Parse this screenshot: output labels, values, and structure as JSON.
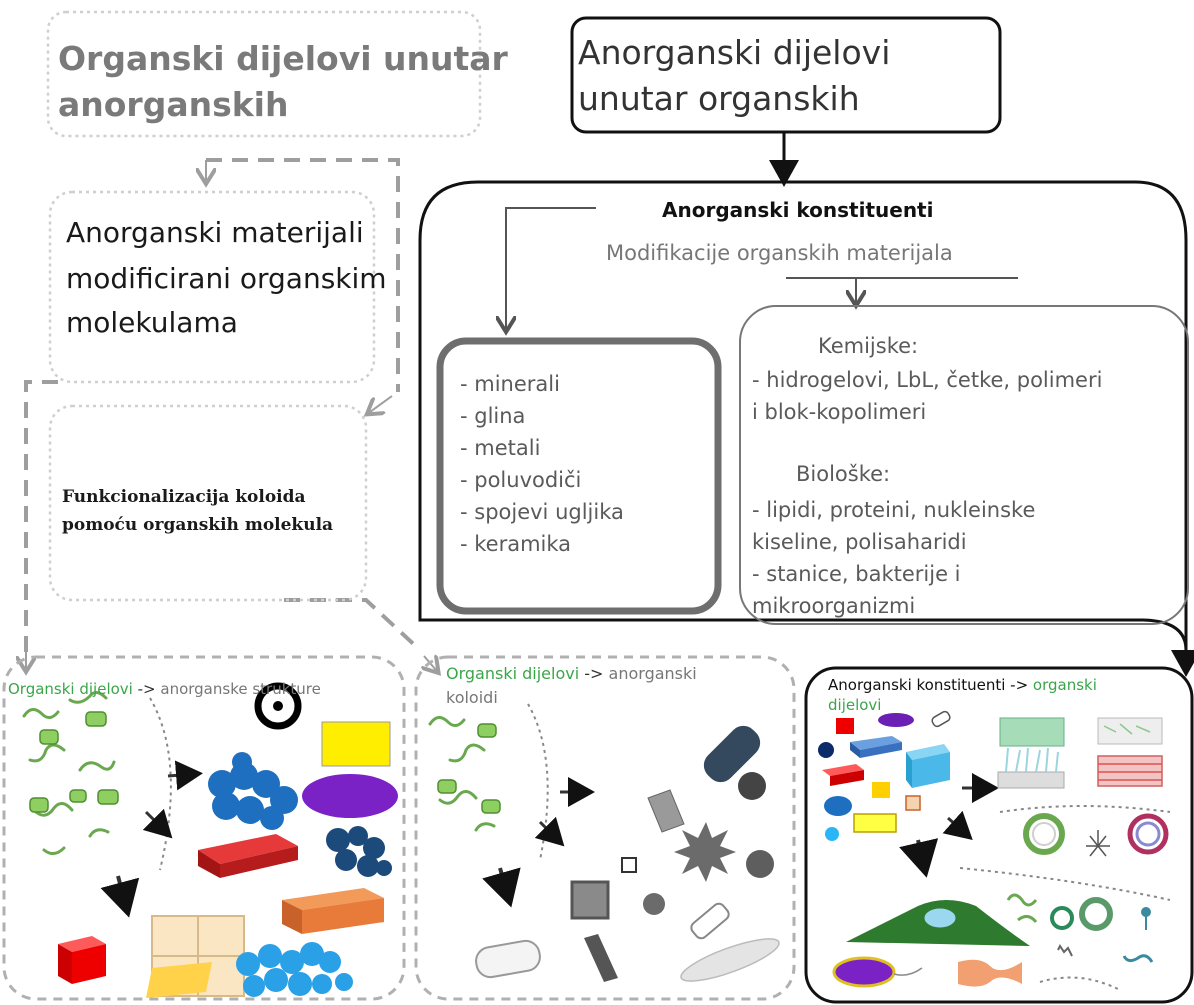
{
  "nodes": {
    "organic_in_inorganic": {
      "line1": "Organski dijelovi unutar",
      "line2": "anorganskih"
    },
    "inorganic_in_organic": {
      "line1": "Anorganski dijelovi",
      "line2": "unutar organskih"
    },
    "inorganic_modified": {
      "line1": "Anorganski materijali",
      "line2": "modificirani organskim",
      "line3": "molekulama"
    },
    "functionalization": {
      "line1": "Funkcionalizacija koloida",
      "line2": "pomoću organskih molekula"
    },
    "inorganic_constituents": {
      "title": "Anorganski konstituenti",
      "subtitle": "Modifikacije organskih materijala"
    },
    "materials_list": [
      "- minerali",
      "- glina",
      "- metali",
      "- poluvodiči",
      "- spojevi ugljika",
      "- keramika"
    ],
    "modifications": {
      "chem_title": "Kemijske:",
      "chem_line1": "- hidrogelovi, LbL, četke, polimeri",
      "chem_line2": "i blok-kopolimeri",
      "bio_title": "Biološke:",
      "bio_line1": "- lipidi, proteini, nukleinske",
      "bio_line2": "kiseline, polisaharidi",
      "bio_line3": "- stanice, bakterije i",
      "bio_line4": "mikroorganizmi"
    }
  },
  "panels": {
    "left": {
      "part1": "Organski dijelovi",
      "arrow": " -> ",
      "part2": "anorganske strukture"
    },
    "middle": {
      "part1": "Organski dijelovi",
      "arrow": " -> ",
      "part2": "anorganski",
      "part3": "koloidi"
    },
    "right": {
      "part1": "Anorganski konstituenti",
      "arrow": " -> ",
      "part2": "organski",
      "part3": "dijelovi"
    }
  },
  "colors": {
    "green": "#3aa64a",
    "gray": "#9e9e9e",
    "black": "#000000"
  }
}
